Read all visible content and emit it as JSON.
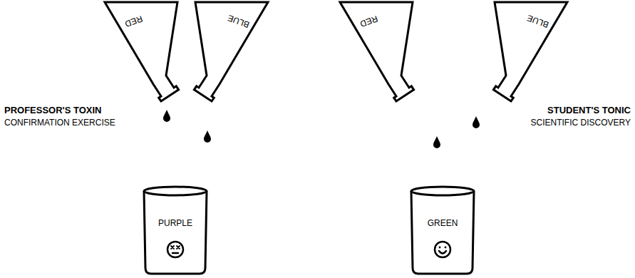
{
  "diagram": {
    "nodes": [
      {
        "text": [
          "RED"
        ]
      },
      {
        "text": [
          "BLUE"
        ]
      },
      {
        "text": [
          "RED"
        ]
      },
      {
        "text": [
          "BLUE"
        ]
      },
      {
        "text": [
          "PURPLE"
        ]
      },
      {
        "text": [
          "GREEN"
        ]
      }
    ],
    "labels": [
      "PROFESSOR'S TOXIN",
      "CONFIRMATION EXERCISE",
      "STUDENT'S TONIC",
      "SCIENTIFIC DISCOVERY"
    ]
  }
}
